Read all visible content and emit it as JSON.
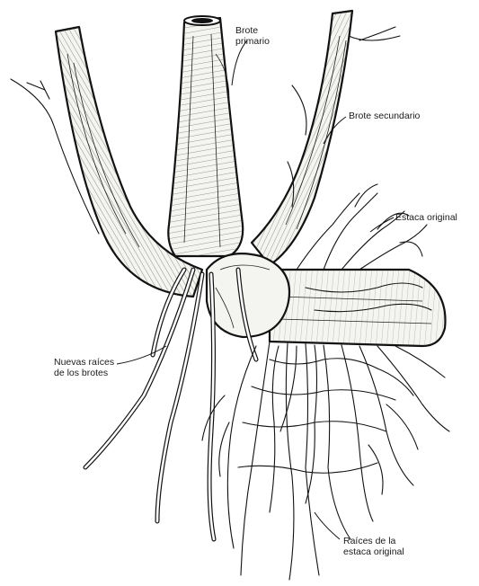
{
  "labels": {
    "brote_primario": "Brote\nprimario",
    "brote_secundario": "Brote secundario",
    "estaca_original": "Estaca original",
    "nuevas_raices": "Nuevas raíces\nde los brotes",
    "raices_estaca": "Raíces de la\nestaca original"
  }
}
